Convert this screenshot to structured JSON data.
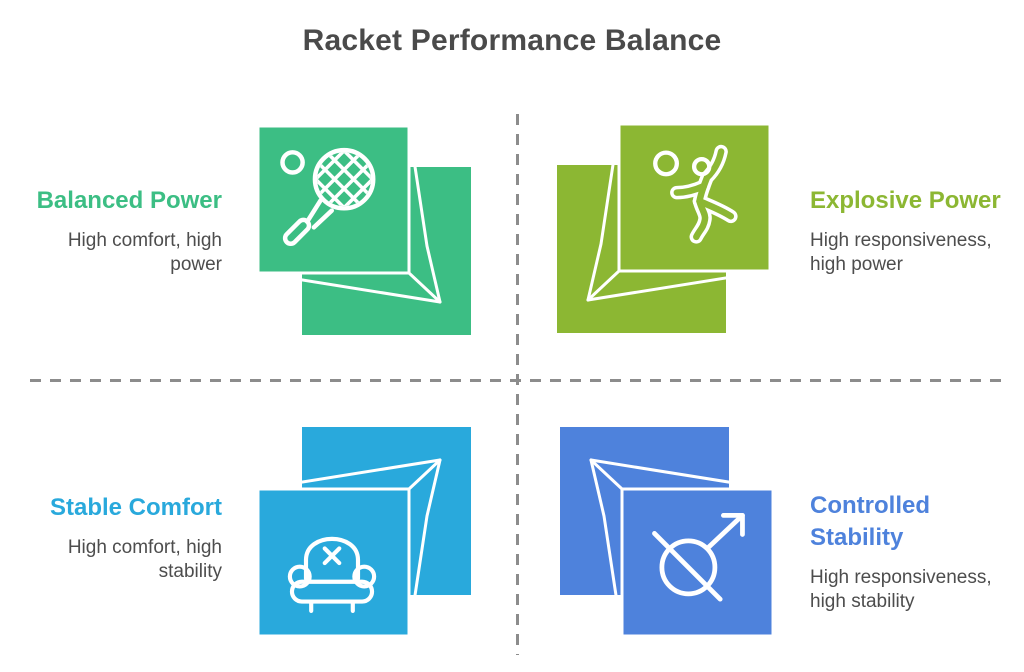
{
  "title": "Racket Performance Balance",
  "colors": {
    "title_text": "#4a4a4a",
    "subtitle_text": "#4d4d4d",
    "divider": "#8c8c8c",
    "background": "#ffffff",
    "icon_stroke": "#ffffff"
  },
  "dividers": {
    "style": "dashed",
    "color": "#8c8c8c"
  },
  "quadrants": [
    {
      "id": "balanced-power",
      "position": "top-left",
      "title": "Balanced Power",
      "subtitle": "High comfort, high power",
      "accent": "#3cbe84",
      "icon": "tennis-racket-icon"
    },
    {
      "id": "explosive-power",
      "position": "top-right",
      "title": "Explosive Power",
      "subtitle": "High responsiveness, high power",
      "accent": "#8cb733",
      "icon": "volleyball-player-icon"
    },
    {
      "id": "stable-comfort",
      "position": "bottom-left",
      "title": "Stable Comfort",
      "subtitle": "High comfort, high stability",
      "accent": "#29a9dc",
      "icon": "armchair-icon"
    },
    {
      "id": "controlled-stability",
      "position": "bottom-right",
      "title": "Controlled Stability",
      "subtitle": "High responsiveness, high stability",
      "accent": "#4e82dc",
      "icon": "compass-arrow-icon"
    }
  ]
}
